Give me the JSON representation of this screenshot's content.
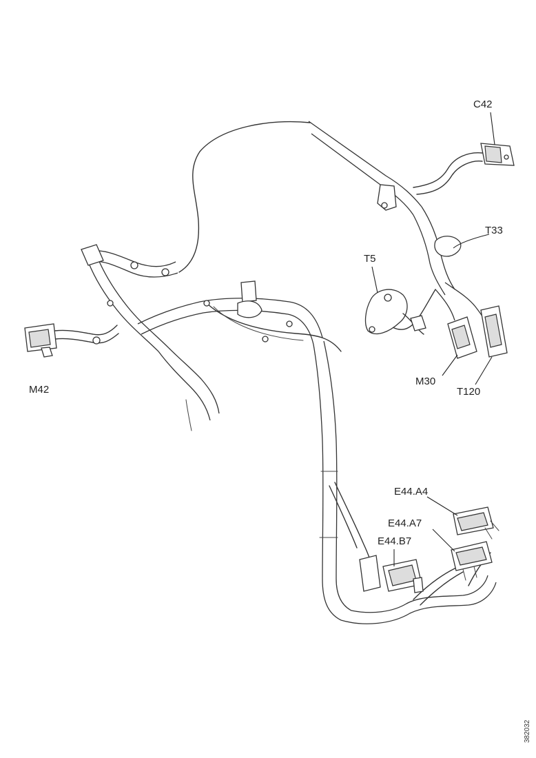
{
  "labels": {
    "c42": "C42",
    "t33": "T33",
    "t5": "T5",
    "m42": "M42",
    "m30": "M30",
    "t120": "T120",
    "e44_a4": "E44.A4",
    "e44_a7": "E44.A7",
    "e44_b7": "E44.B7"
  },
  "reference_number": "382032"
}
